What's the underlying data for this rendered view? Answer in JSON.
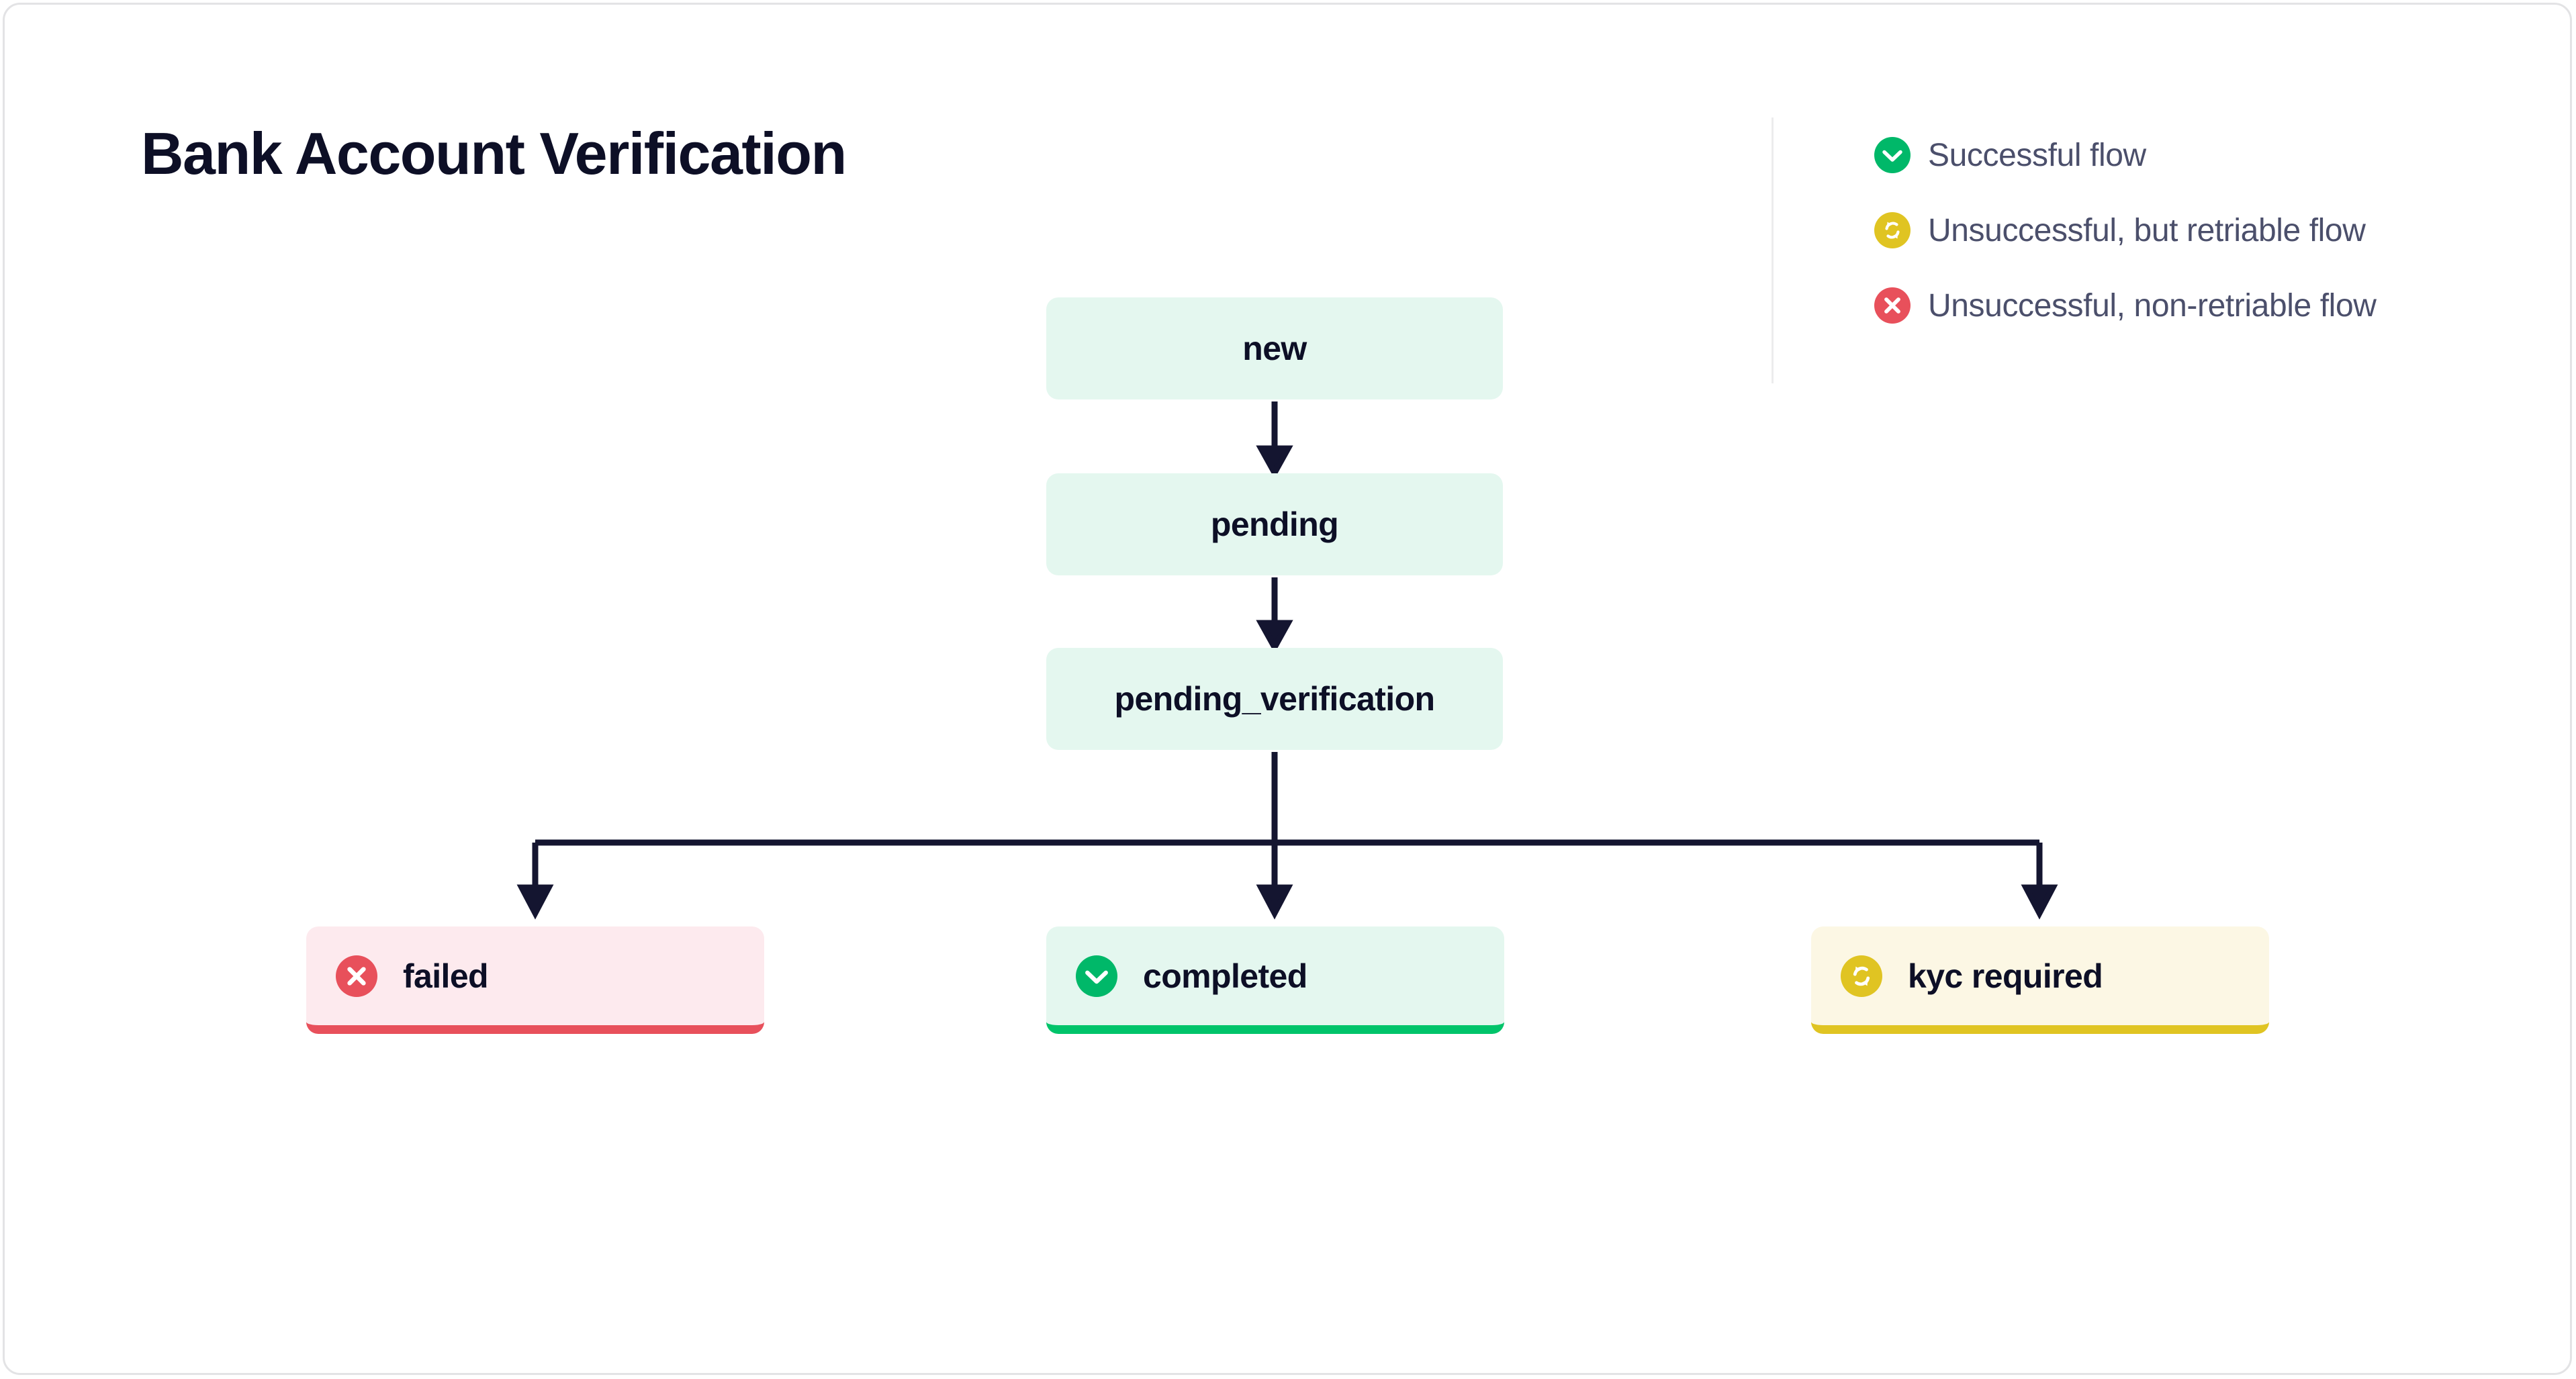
{
  "page": {
    "title": "Bank Account Verification",
    "background": "#ffffff",
    "frame_border_color": "#e3e3e5",
    "title_color": "#0d0f26"
  },
  "legend": {
    "items": [
      {
        "label": "Successful flow",
        "icon": "check-circle-icon",
        "color": "#00b869"
      },
      {
        "label": "Unsuccessful, but retriable flow",
        "icon": "retry-circle-icon",
        "color": "#e0c422"
      },
      {
        "label": "Unsuccessful, non-retriable flow",
        "icon": "x-circle-icon",
        "color": "#e8505b"
      }
    ],
    "text_color": "#4b4f6b",
    "divider_color": "#ececed"
  },
  "flow": {
    "nodes": [
      {
        "id": "new",
        "label": "new",
        "status": "neutral",
        "bg": "#e4f7ef",
        "icon": null
      },
      {
        "id": "pending",
        "label": "pending",
        "status": "neutral",
        "bg": "#e4f7ef",
        "icon": null
      },
      {
        "id": "pending_verification",
        "label": "pending_verification",
        "status": "neutral",
        "bg": "#e4f7ef",
        "icon": null
      },
      {
        "id": "failed",
        "label": "failed",
        "status": "non-retriable",
        "bg": "#fdeaee",
        "accent": "#e8505b",
        "icon": "x-circle-icon"
      },
      {
        "id": "completed",
        "label": "completed",
        "status": "successful",
        "bg": "#e4f7ef",
        "accent": "#00c46a",
        "icon": "check-circle-icon"
      },
      {
        "id": "kyc_required",
        "label": "kyc required",
        "status": "retriable",
        "bg": "#fcf7e4",
        "accent": "#e0c422",
        "icon": "retry-circle-icon"
      }
    ],
    "edges": [
      {
        "from": "new",
        "to": "pending"
      },
      {
        "from": "pending",
        "to": "pending_verification"
      },
      {
        "from": "pending_verification",
        "to": "failed"
      },
      {
        "from": "pending_verification",
        "to": "completed"
      },
      {
        "from": "pending_verification",
        "to": "kyc_required"
      }
    ],
    "connector_color": "#141530"
  }
}
